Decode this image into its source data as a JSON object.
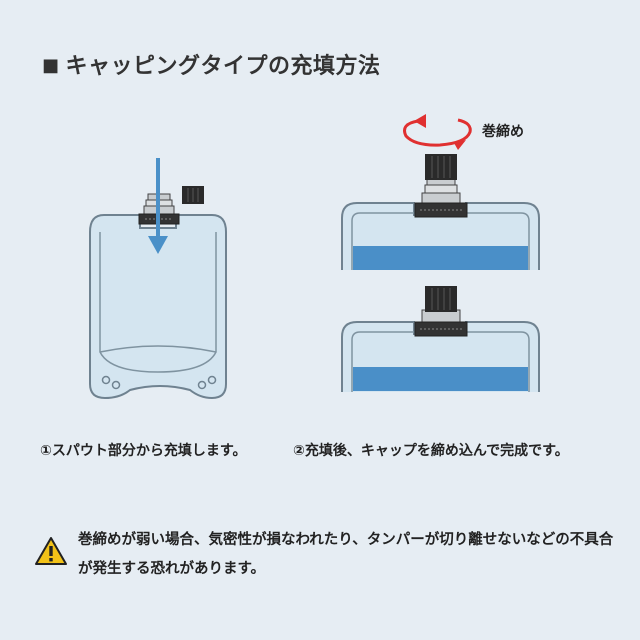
{
  "title": {
    "marker": "■",
    "text": "キャッピングタイプの充填方法"
  },
  "diagram": {
    "rotate_label": "巻締め",
    "colors": {
      "pouch_fill": "#d4e5f0",
      "pouch_stroke": "#6f8290",
      "liquid": "#4a8fc8",
      "arrow_blue": "#4a90c8",
      "rotate_red": "#e03030",
      "cap": "#2a2a2a",
      "spout": "#c9cdd0"
    }
  },
  "captions": {
    "step1": "①スパウト部分から充填します。",
    "step2": "②充填後、キャップを締め込んで完成です。"
  },
  "warning": {
    "icon": "warning-triangle-icon",
    "text": "巻締めが弱い場合、気密性が損なわれたり、タンパーが切り離せないなどの不具合が発生する恐れがあります。"
  }
}
